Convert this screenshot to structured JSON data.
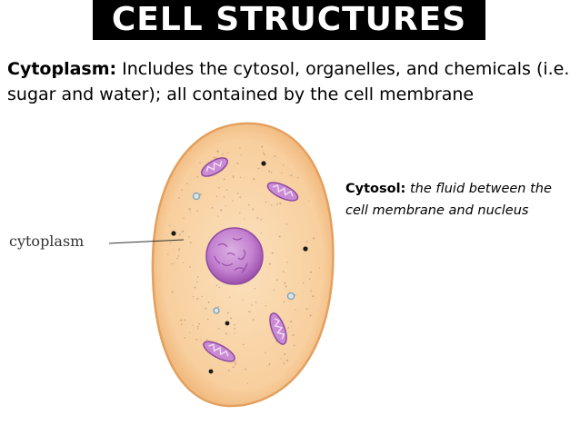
{
  "title": "CELL STRUCTURES",
  "cytoplasm": {
    "term": "Cytoplasm:",
    "definition": "Includes the cytosol, organelles, and chemicals (i.e. sugar and water); all contained by the cell membrane"
  },
  "cytosol": {
    "term": "Cytosol:",
    "definition": "the fluid between the cell membrane and nucleus"
  },
  "diagram": {
    "label": "cytoplasm",
    "colors": {
      "cytoplasm": "#f9d2a3",
      "membrane": "#e9a766",
      "nucleus": "#b56fc6",
      "mitochondria": "#b56fc6"
    }
  }
}
